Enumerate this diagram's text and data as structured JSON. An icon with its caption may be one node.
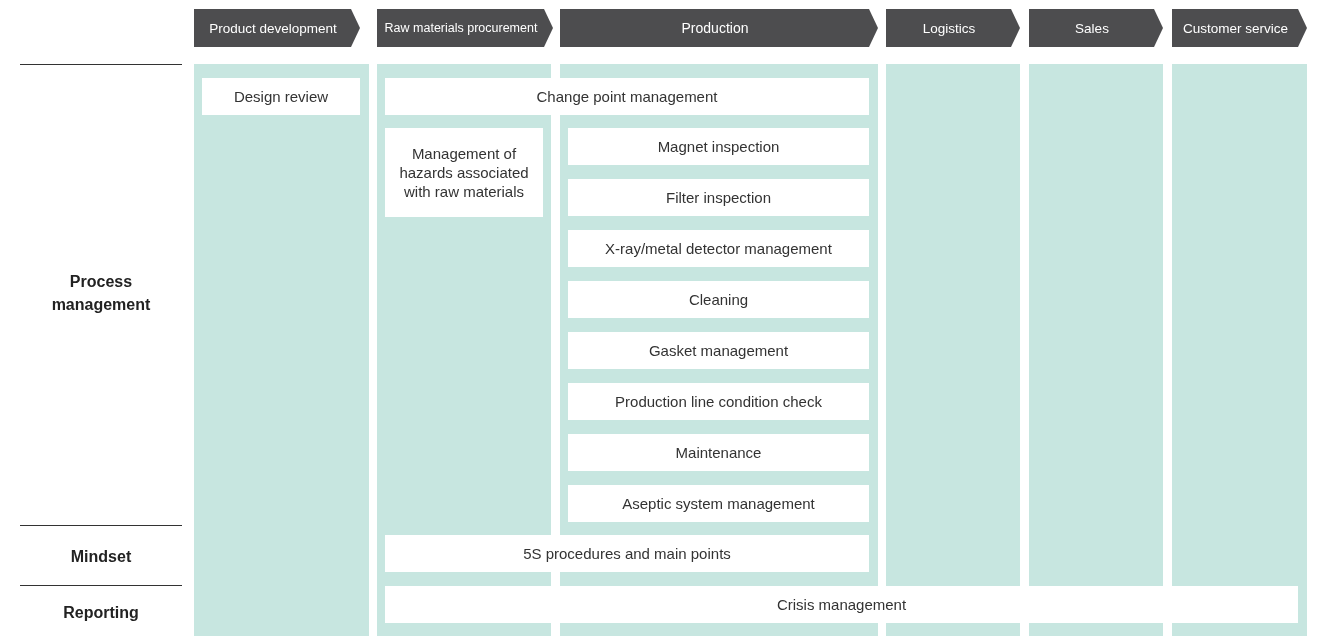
{
  "diagram": {
    "nodes": [
      {
        "text": [
          "Product development"
        ]
      },
      {
        "text": [
          "Raw materials procurement"
        ]
      },
      {
        "text": [
          "Production"
        ]
      },
      {
        "text": [
          "Logistics"
        ]
      },
      {
        "text": [
          "Sales"
        ]
      },
      {
        "text": [
          "Customer service"
        ]
      },
      {
        "text": [],
        "shape": "bar"
      },
      {
        "text": [],
        "shape": "bar"
      },
      {
        "text": [],
        "shape": "bar"
      },
      {
        "text": [],
        "shape": "bar"
      },
      {
        "text": [],
        "shape": "bar"
      },
      {
        "text": [],
        "shape": "bar"
      },
      {
        "text": [
          "Design review"
        ],
        "in": 6
      },
      {
        "text": [
          "Change point management"
        ]
      },
      {
        "text": [
          "Management of hazards associated with raw materials"
        ],
        "in": 7
      },
      {
        "text": [
          "Magnet inspection"
        ],
        "in": 8
      },
      {
        "text": [
          "Filter inspection"
        ],
        "in": 8
      },
      {
        "text": [
          "X-ray/metal detector management"
        ],
        "in": 8
      },
      {
        "text": [
          "Cleaning"
        ],
        "in": 8
      },
      {
        "text": [
          "Gasket management"
        ],
        "in": 8
      },
      {
        "text": [
          "Production line condition check"
        ],
        "in": 8
      },
      {
        "text": [
          "Maintenance"
        ],
        "in": 8
      },
      {
        "text": [
          "Aseptic system management"
        ],
        "in": 8
      },
      {
        "text": [
          "5S procedures and main points"
        ]
      },
      {
        "text": [
          "Crisis management"
        ]
      }
    ],
    "labels": [
      "Process management",
      "Mindset",
      "Reporting"
    ]
  }
}
